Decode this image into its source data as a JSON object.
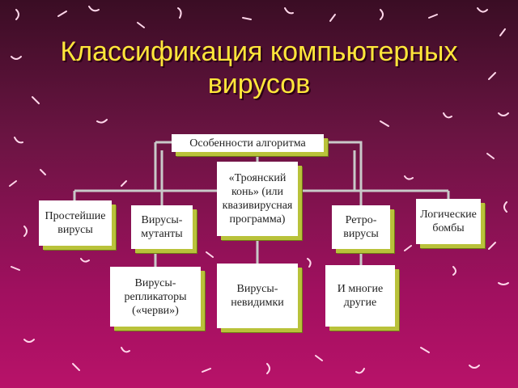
{
  "title": {
    "line1": "Классификация компьютерных",
    "line2": "вирусов"
  },
  "diagram": {
    "root": "Особенности алгоритма",
    "trojan": "«Троянский\nконь» (или\nквазивирусная\nпрограмма)",
    "simple": "Простейшие\nвирусы",
    "mutants": "Вирусы-\nмутанты",
    "retro": "Ретро-\nвирусы",
    "logic_bombs": "Логические\nбомбы",
    "replicators": "Вирусы-\nрепликаторы\n(«черви»)",
    "invisible": "Вирусы-\nневидимки",
    "others": "И многие\nдругие"
  },
  "colors": {
    "title": "#ffe63a",
    "box_shadow": "#b9c23a",
    "connector": "#c9c9c9"
  }
}
